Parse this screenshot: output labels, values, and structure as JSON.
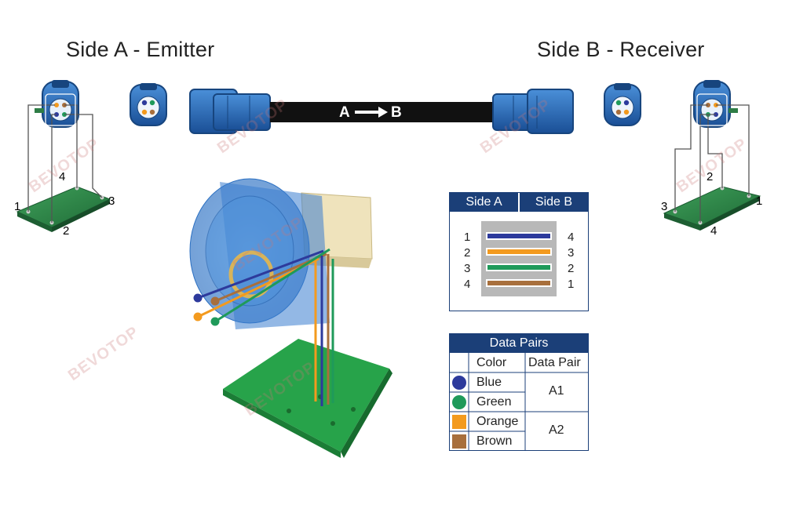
{
  "titles": {
    "side_a": "Side A - Emitter",
    "side_b": "Side B - Receiver"
  },
  "cable_label": "A ⟶ B",
  "cable_label_a": "A",
  "cable_label_b": "B",
  "pcb_a_pins": [
    "1",
    "2",
    "3",
    "4"
  ],
  "pcb_b_pins": [
    "1",
    "2",
    "3",
    "4"
  ],
  "watermark": "BEVOTOP",
  "pin_table": {
    "header_left": "Side A",
    "header_right": "Side B",
    "left_pins": [
      "1",
      "2",
      "3",
      "4"
    ],
    "right_pins": [
      "4",
      "3",
      "2",
      "1"
    ],
    "wire_colors": [
      "#2d3a9c",
      "#f39a1e",
      "#1f9a5a",
      "#a86f3c"
    ]
  },
  "data_pairs": {
    "title": "Data Pairs",
    "col_color": "Color",
    "col_pair": "Data Pair",
    "rows": [
      {
        "name": "Blue",
        "swatch": "#2d3a9c",
        "shape": "circle"
      },
      {
        "name": "Green",
        "swatch": "#1f9a5a",
        "shape": "circle"
      },
      {
        "name": "Orange",
        "swatch": "#f39a1e",
        "shape": "square"
      },
      {
        "name": "Brown",
        "swatch": "#a86f3c",
        "shape": "square"
      }
    ],
    "pairs": [
      "A1",
      "A2"
    ]
  },
  "colors": {
    "connector_blue": "#2369b8",
    "connector_dark": "#17457e",
    "pcb_green": "#2e7d46",
    "table_header": "#1b3f78",
    "cable": "#111111"
  }
}
